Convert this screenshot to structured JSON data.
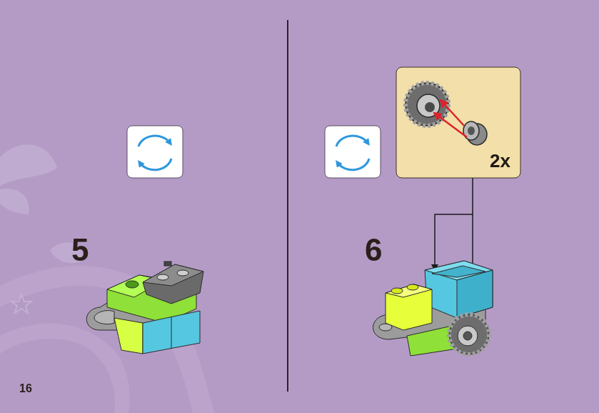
{
  "diagram": {
    "nodes": [
      {
        "text": [
          "2x"
        ]
      }
    ],
    "labels": [
      "5",
      "6",
      "16"
    ]
  }
}
